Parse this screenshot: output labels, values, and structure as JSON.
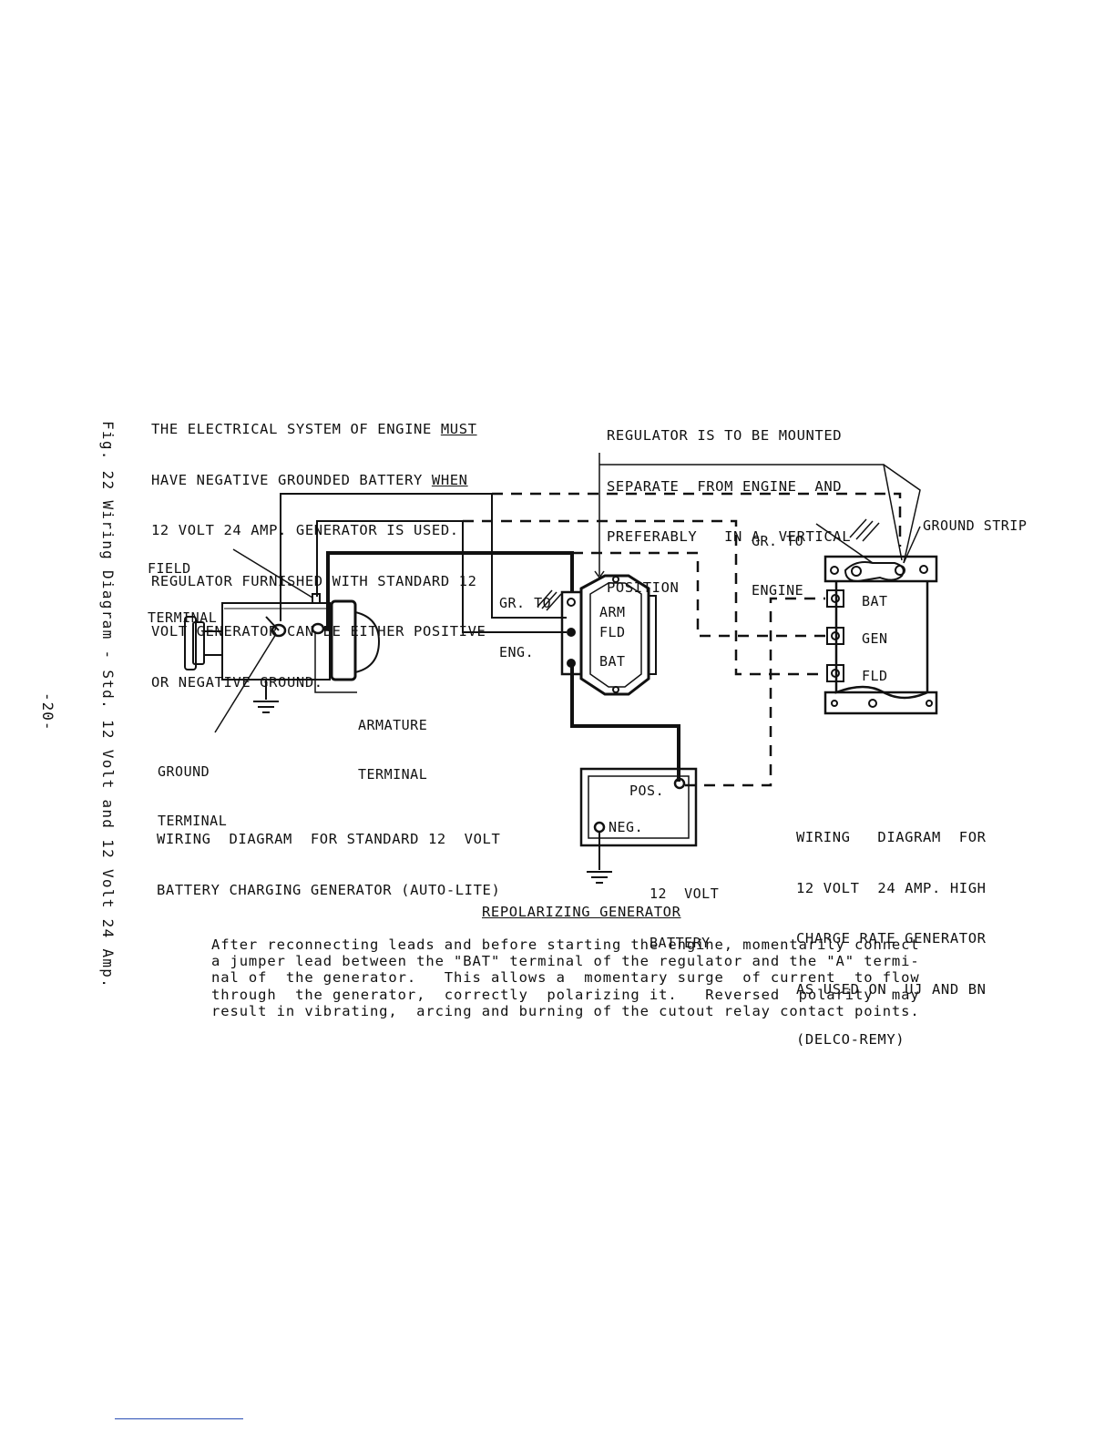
{
  "figure_caption": "Fig. 22 Wiring Diagram - Std. 12 Volt and 12 Volt 24 Amp.",
  "page_number": "-20-",
  "notes": {
    "negative_ground": {
      "line1_prefix": "THE ELECTRICAL SYSTEM OF ENGINE ",
      "line1_must": "MUST",
      "line2_prefix": "HAVE NEGATIVE GROUNDED BATTERY ",
      "line2_when": "WHEN",
      "line3": "12 VOLT 24 AMP. GENERATOR IS USED.",
      "line4": "REGULATOR FURNISHED WITH STANDARD 12",
      "line5": "VOLT GENERATOR CAN BE EITHER POSITIVE",
      "line6": "OR NEGATIVE GROUND."
    },
    "regulator_mounting": {
      "line1": "REGULATOR IS TO BE MOUNTED",
      "line2": "SEPARATE  FROM ENGINE  AND",
      "line3": "PREFERABLY   IN A  VERTICAL",
      "line4": "POSITION"
    }
  },
  "labels": {
    "field_terminal_1": "FIELD",
    "field_terminal_2": "TERMINAL",
    "armature_terminal_1": "ARMATURE",
    "armature_terminal_2": "TERMINAL",
    "ground_terminal_1": "GROUND",
    "ground_terminal_2": "TERMINAL",
    "gr_to_eng_1": "GR. TO",
    "gr_to_eng_2": "ENG.",
    "gr_to_engine_1": "GR. TO",
    "gr_to_engine_2": "ENGINE",
    "ground_strip": "GROUND STRIP",
    "reg_arm": "ARM",
    "reg_fld": "FLD",
    "reg_bat": "BAT",
    "reg2_bat": "BAT",
    "reg2_gen": "GEN",
    "reg2_fld": "FLD",
    "pos": "POS.",
    "neg": "NEG.",
    "battery_1": "12  VOLT",
    "battery_2": "BATTERY"
  },
  "captions": {
    "standard_1": "WIRING  DIAGRAM  FOR STANDARD 12  VOLT",
    "standard_2": "BATTERY CHARGING GENERATOR (AUTO-LITE)",
    "hi_charge_1": "WIRING   DIAGRAM  FOR",
    "hi_charge_2": "12 VOLT  24 AMP. HIGH",
    "hi_charge_3": "CHARGE RATE GENERATOR",
    "hi_charge_4": "AS USED ON  UJ AND BN",
    "hi_charge_5": "(DELCO-REMY)"
  },
  "repolarizing": {
    "heading": "REPOLARIZING GENERATOR",
    "lines": [
      "After reconnecting leads and before starting the engine, momentarily connect",
      "a jumper lead between the \"BAT\" terminal of the regulator and the \"A\" termi-",
      "nal of  the generator.   This allows a  momentary surge  of current  to flow",
      "through  the generator,  correctly  polarizing it.   Reversed  polarity  may",
      "result in vibrating,  arcing and burning of the cutout relay contact points."
    ]
  }
}
